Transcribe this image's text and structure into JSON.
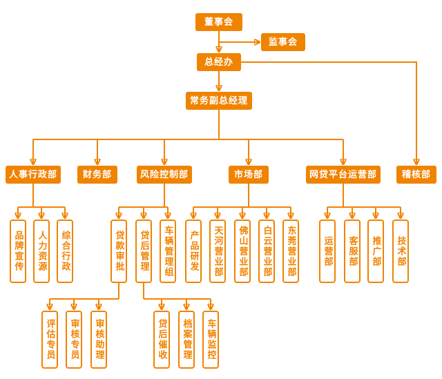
{
  "colors": {
    "accent": "#F08300",
    "text_on_fill": "#FFFFFF",
    "background": "#FFFFFF"
  },
  "nodes": {
    "board": {
      "label": "董事会"
    },
    "supervisory": {
      "label": "监事会"
    },
    "gm_office": {
      "label": "总经办"
    },
    "deputy_gm": {
      "label": "常务副总经理"
    },
    "hr_admin": {
      "label": "人事行政部"
    },
    "finance": {
      "label": "财务部"
    },
    "risk_control": {
      "label": "风险控制部"
    },
    "marketing": {
      "label": "市场部"
    },
    "platform_ops": {
      "label": "网贷平台运营部"
    },
    "audit": {
      "label": "稽核部"
    },
    "brand_promotion": {
      "label": "品牌宣传"
    },
    "human_resources": {
      "label": "人力资源"
    },
    "general_admin": {
      "label": "综合行政"
    },
    "loan_approval": {
      "label": "贷款审批"
    },
    "post_loan_mgmt": {
      "label": "贷后管理"
    },
    "vehicle_mgmt_group": {
      "label": "车辆管理组"
    },
    "product_dev": {
      "label": "产品研发"
    },
    "tianhe_branch": {
      "label": "天河营业部"
    },
    "foshan_branch": {
      "label": "佛山营业部"
    },
    "baiyun_branch": {
      "label": "白云营业部"
    },
    "dongguan_branch": {
      "label": "东莞营业部"
    },
    "operations": {
      "label": "运营部"
    },
    "customer_service": {
      "label": "客服部"
    },
    "promotion": {
      "label": "推广部"
    },
    "technology": {
      "label": "技术部"
    },
    "evaluation_specialist": {
      "label": "评估专员"
    },
    "review_specialist": {
      "label": "审核专员"
    },
    "review_assistant": {
      "label": "审核助理"
    },
    "post_loan_collection": {
      "label": "贷后催收"
    },
    "archives_mgmt": {
      "label": "档案管理"
    },
    "vehicle_monitoring": {
      "label": "车辆监控"
    }
  },
  "hierarchy": [
    {
      "parent": "board",
      "children": [
        "supervisory",
        "gm_office"
      ]
    },
    {
      "parent": "gm_office",
      "children": [
        "deputy_gm",
        "audit"
      ]
    },
    {
      "parent": "deputy_gm",
      "children": [
        "hr_admin",
        "finance",
        "risk_control",
        "marketing",
        "platform_ops"
      ]
    },
    {
      "parent": "hr_admin",
      "children": [
        "brand_promotion",
        "human_resources",
        "general_admin"
      ]
    },
    {
      "parent": "risk_control",
      "children": [
        "loan_approval",
        "post_loan_mgmt",
        "vehicle_mgmt_group"
      ]
    },
    {
      "parent": "marketing",
      "children": [
        "product_dev",
        "tianhe_branch",
        "foshan_branch",
        "baiyun_branch",
        "dongguan_branch"
      ]
    },
    {
      "parent": "platform_ops",
      "children": [
        "operations",
        "customer_service",
        "promotion",
        "technology"
      ]
    },
    {
      "parent": "loan_approval",
      "children": [
        "evaluation_specialist",
        "review_specialist",
        "review_assistant"
      ]
    },
    {
      "parent": "post_loan_mgmt",
      "children": [
        "post_loan_collection",
        "archives_mgmt",
        "vehicle_monitoring"
      ]
    }
  ]
}
